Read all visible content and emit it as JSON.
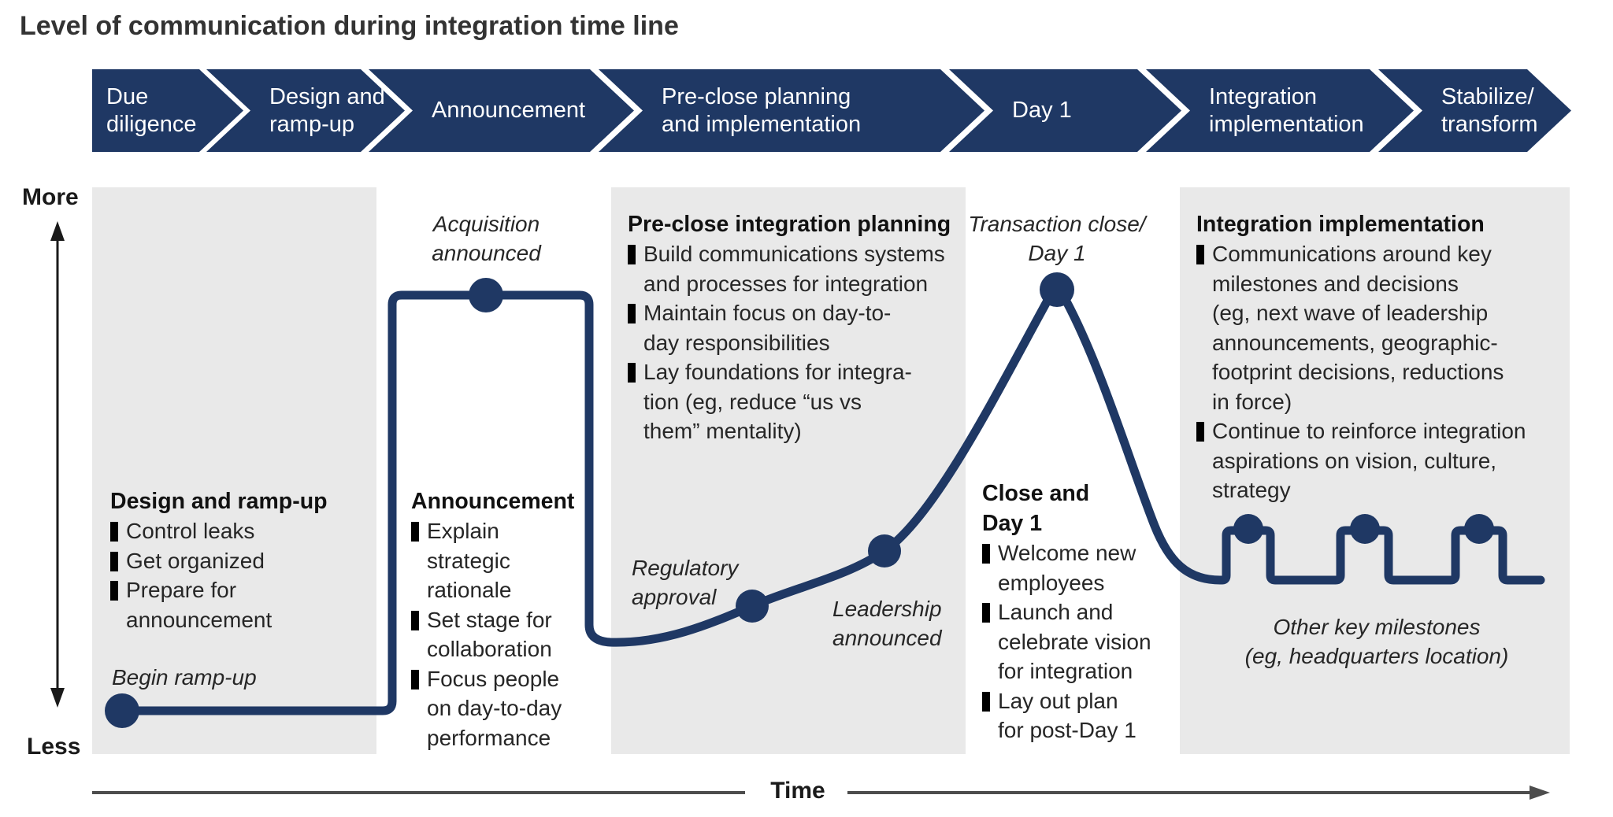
{
  "title": "Level of communication during integration time line",
  "colors": {
    "navy": "#1f3864",
    "panel_gray": "#e9e9e9",
    "text_dark": "#1a1a1a",
    "axis_gray": "#4d4d4d",
    "white": "#ffffff"
  },
  "chevrons": [
    {
      "label": "Due\ndiligence"
    },
    {
      "label": "Design and\nramp-up"
    },
    {
      "label": "Announcement"
    },
    {
      "label": "Pre-close planning\nand implementation"
    },
    {
      "label": "Day 1"
    },
    {
      "label": "Integration\nimplementation"
    },
    {
      "label": "Stabilize/\ntransform"
    }
  ],
  "y_axis": {
    "top_label": "More",
    "bottom_label": "Less"
  },
  "x_axis": {
    "label": "Time"
  },
  "panels": {
    "design_rampup": {
      "heading": "Design and ramp-up",
      "bullets": [
        "Control leaks",
        "Get organized",
        "Prepare for\nannouncement"
      ]
    },
    "announcement": {
      "heading": "Announcement",
      "bullets": [
        "Explain\nstrategic\nrationale",
        "Set stage for\ncollaboration",
        "Focus people\non day-to-day\nperformance"
      ]
    },
    "preclose": {
      "heading": "Pre-close integration planning",
      "bullets": [
        "Build communications systems\nand processes for integration",
        "Maintain focus on day-to-\nday responsibilities",
        "Lay foundations for integra-\ntion (eg, reduce “us vs\nthem” mentality)"
      ]
    },
    "close_day1": {
      "heading": "Close and\nDay 1",
      "bullets": [
        "Welcome new\nemployees",
        "Launch and\ncelebrate vision\nfor integration",
        "Lay out plan\nfor post-Day 1"
      ]
    },
    "integration": {
      "heading": "Integration implementation",
      "bullets": [
        "Communications around key\nmilestones and decisions\n(eg, next wave of leadership\nannouncements, geographic-\nfootprint decisions, reductions\nin force)",
        "Continue to reinforce integration\naspirations on vision, culture,\nstrategy"
      ]
    }
  },
  "milestones": {
    "begin_rampup": "Begin ramp-up",
    "acquisition_announced": "Acquisition\nannounced",
    "regulatory_approval": "Regulatory\napproval",
    "leadership_announced": "Leadership\nannounced",
    "transaction_close": "Transaction close/\nDay 1",
    "other_key_milestones": "Other key milestones\n(eg, headquarters location)"
  }
}
